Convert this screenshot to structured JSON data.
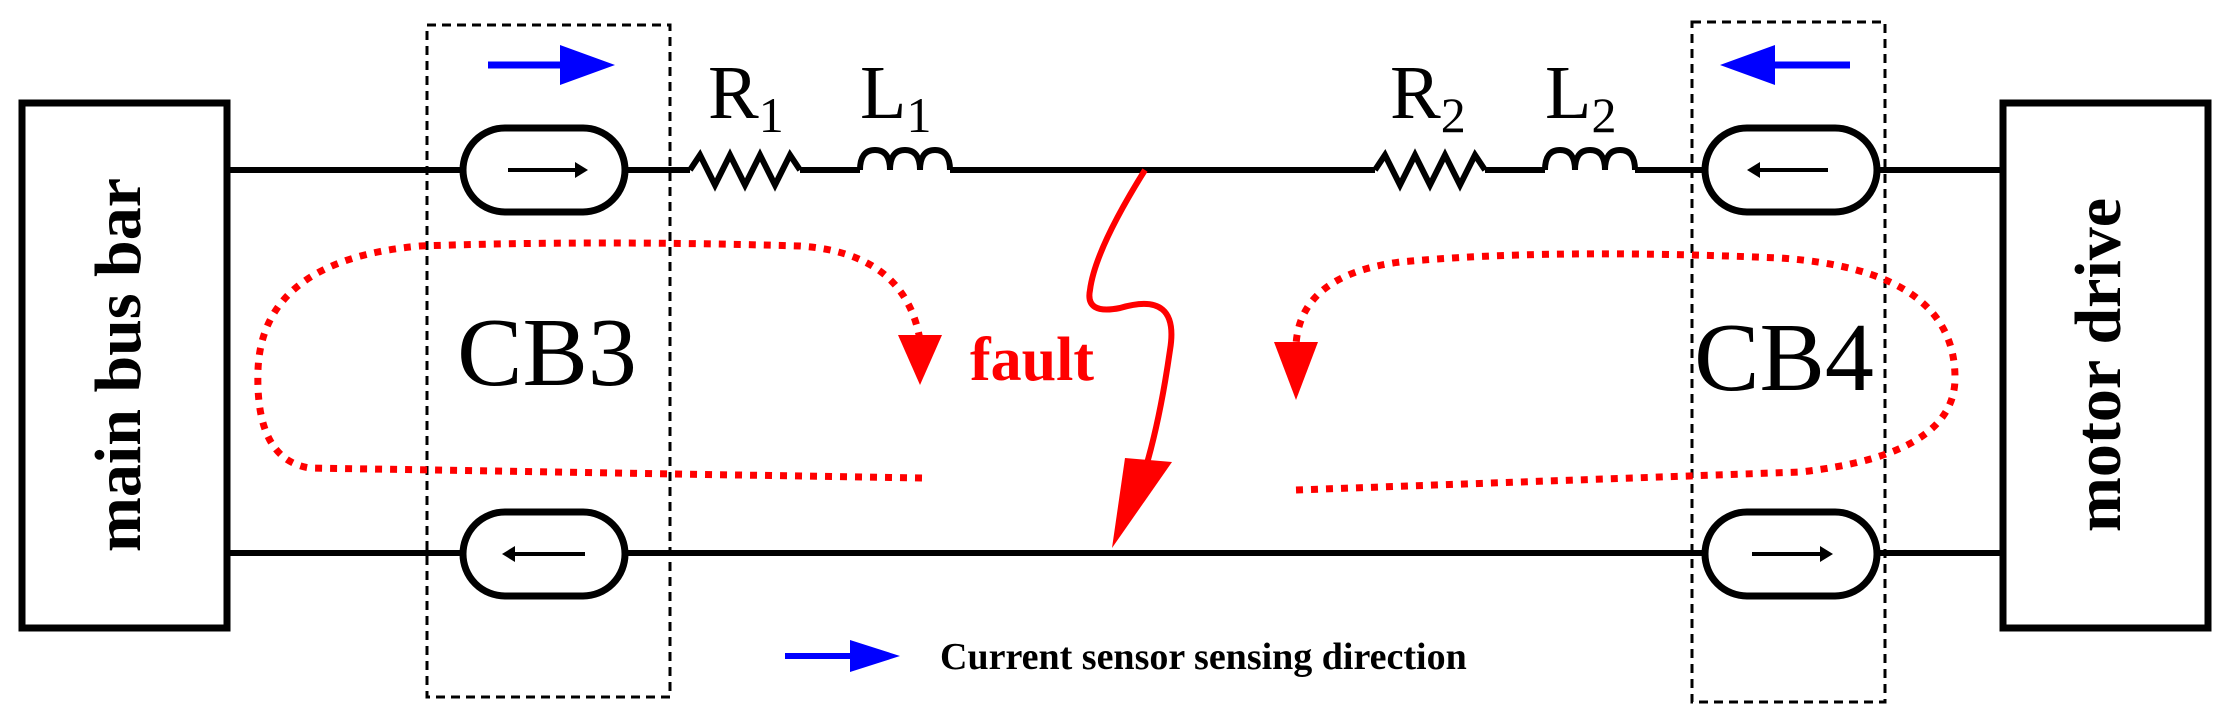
{
  "blocks": {
    "main_bus_bar": "main bus bar",
    "motor_drive": "motor drive"
  },
  "breakers": {
    "left": "CB3",
    "right": "CB4"
  },
  "components": {
    "r1": {
      "base": "R",
      "sub": "1"
    },
    "l1": {
      "base": "L",
      "sub": "1"
    },
    "r2": {
      "base": "R",
      "sub": "2"
    },
    "l2": {
      "base": "L",
      "sub": "2"
    }
  },
  "fault": {
    "label": "fault"
  },
  "legend": {
    "label": "Current sensor sensing direction"
  },
  "colors": {
    "wire": "#000000",
    "fault": "#ff0000",
    "sensing_arrow": "#0000ff",
    "breaker_box": "#000000"
  },
  "icons": {
    "sensor": "current-sensor-icon",
    "sensing_arrow": "arrow-icon"
  }
}
